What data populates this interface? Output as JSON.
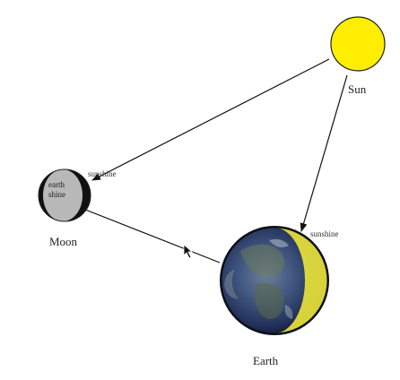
{
  "labels": {
    "sun": "Sun",
    "moon": "Moon",
    "earth": "Earth",
    "sunshine_moon": "sunshine",
    "sunshine_earth": "sunshine",
    "earthshine_line1": "earth",
    "earthshine_line2": "shine"
  },
  "colors": {
    "sun_fill": "#ffee00",
    "sun_stroke": "#222222",
    "sunlit_crescent": "#e8e23a",
    "moon_dark": "#b8b8b8",
    "earth_ocean": "#2d3f6a",
    "arrow": "#111111"
  },
  "icons": {
    "cursor": "mouse-pointer-icon"
  }
}
